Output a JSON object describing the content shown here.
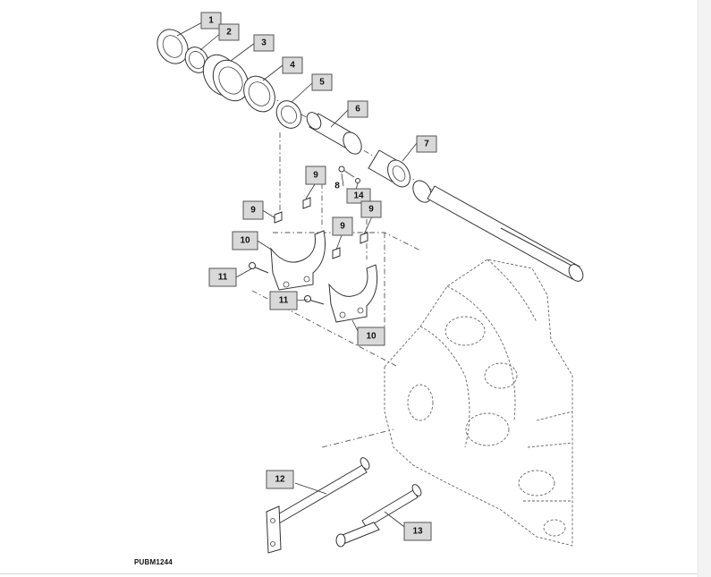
{
  "figure": {
    "id": "PUBM1244"
  },
  "callouts": [
    "1",
    "2",
    "3",
    "4",
    "5",
    "6",
    "7",
    "8",
    "9",
    "10",
    "11",
    "12",
    "13",
    "14"
  ],
  "colors": {
    "callout_fill": "#d9d9d9",
    "line": "#333333",
    "background": "#ffffff"
  }
}
